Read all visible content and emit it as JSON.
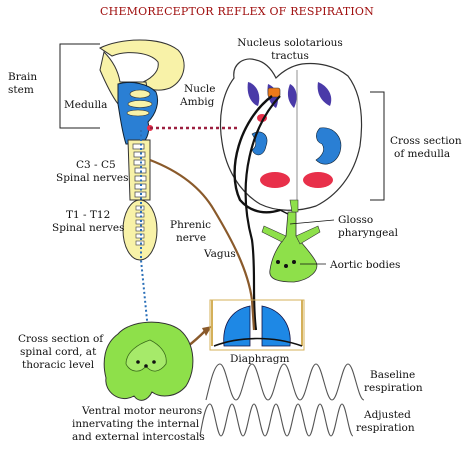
{
  "title": "CHEMORECEPTOR REFLEX OF RESPIRATION",
  "labels": {
    "nts_1": "Nucleus solotarious",
    "nts_2": "tractus",
    "brain_1": "Brain",
    "brain_2": "stem",
    "nucleus_amb_1": "Nucle",
    "nucleus_amb_2": "Ambig",
    "medulla": "Medulla",
    "cross_medulla_1": "Cross section",
    "cross_medulla_2": "of medulla",
    "c3c5_1": "C3 - C5",
    "c3c5_2": "Spinal nerves",
    "t1t12_1": "T1 - T12",
    "t1t12_2": "Spinal nerves",
    "phrenic_1": "Phrenic",
    "phrenic_2": "nerve",
    "glosso_1": "Glosso",
    "glosso_2": "pharyngeal",
    "vagus": "Vagus",
    "aortic": "Aortic bodies",
    "cord_1": "Cross section of",
    "cord_2": "spinal cord, at",
    "cord_3": "thoracic level",
    "diaphragm": "Diaphragm",
    "baseline_1": "Baseline",
    "baseline_2": "respiration",
    "ventral_1": "Ventral motor neurons",
    "ventral_2": "innervating the internal",
    "ventral_3": "and external intercostals",
    "adjusted_1": "Adjusted",
    "adjusted_2": "respiration"
  },
  "colors": {
    "title": "#a01010",
    "spinal_yellow": "#f8f2a8",
    "medulla_blue": "#2a7fd4",
    "cord_green": "#8ee04a",
    "diaphragm_blue": "#1e88e5",
    "nerve_brown": "#8a5a2b",
    "nerve_black": "#111111",
    "connector_red": "#9c2040",
    "red_nuclei": "#e8304a",
    "orange_nucleus": "#ee7a1a",
    "purple_nuclei": "#4a3aa8"
  }
}
